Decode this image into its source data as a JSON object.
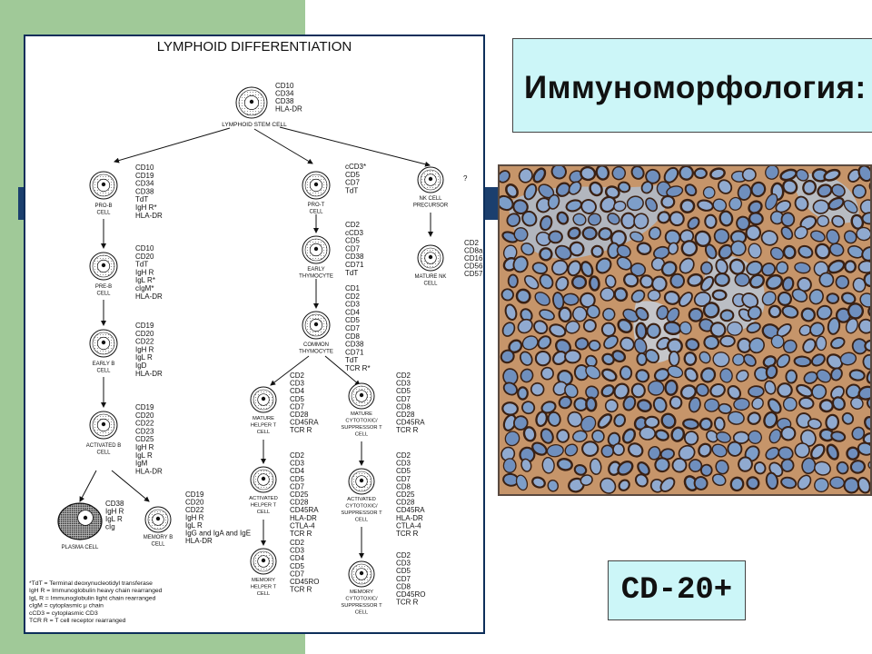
{
  "slide": {
    "title": "Иммуноморфология:",
    "marker_label": "CD-20+",
    "colors": {
      "green_strip": "#a0c998",
      "title_box": "#ccf6f8",
      "accent_bar": "#1b3f6e"
    }
  },
  "diagram": {
    "title": "LYMPHOID DIFFERENTIATION",
    "stem": {
      "label": "LYMPHOID STEM CELL",
      "markers": [
        "CD10",
        "CD34",
        "CD38",
        "HLA-DR"
      ]
    },
    "b_lineage": [
      {
        "label": [
          "PRO-B",
          "CELL"
        ],
        "markers": [
          "CD10",
          "CD19",
          "CD34",
          "CD38",
          "TdT",
          "IgH R*",
          "HLA-DR"
        ]
      },
      {
        "label": [
          "PRE-B",
          "CELL"
        ],
        "markers": [
          "CD10",
          "CD20",
          "TdT",
          "IgH R",
          "IgL R*",
          "cIgM*",
          "HLA-DR"
        ]
      },
      {
        "label": [
          "EARLY B",
          "CELL"
        ],
        "markers": [
          "CD19",
          "CD20",
          "CD22",
          "IgH R",
          "IgL R",
          "IgD",
          "HLA-DR"
        ]
      },
      {
        "label": [
          "ACTIVATED B",
          "CELL"
        ],
        "markers": [
          "CD19",
          "CD20",
          "CD22",
          "CD23",
          "CD25",
          "IgH R",
          "IgL R",
          "IgM",
          "HLA-DR"
        ]
      }
    ],
    "plasma": {
      "label": "PLASMA CELL",
      "markers": [
        "CD38",
        "IgH R",
        "IgL R",
        "cIg"
      ]
    },
    "memory_b": {
      "label": [
        "MEMORY B",
        "CELL"
      ],
      "markers": [
        "CD19",
        "CD20",
        "CD22",
        "IgH R",
        "IgL R",
        "IgG and IgA and IgE",
        "HLA-DR"
      ]
    },
    "t_lineage": [
      {
        "label": [
          "PRO-T",
          "CELL"
        ],
        "markers": [
          "cCD3*",
          "CD5",
          "CD7",
          "TdT"
        ]
      },
      {
        "label": [
          "EARLY",
          "THYMOCYTE"
        ],
        "markers": [
          "CD2",
          "cCD3",
          "CD5",
          "CD7",
          "CD38",
          "CD71",
          "TdT"
        ]
      },
      {
        "label": [
          "COMMON",
          "THYMOCYTE"
        ],
        "markers": [
          "CD1",
          "CD2",
          "CD3",
          "CD4",
          "CD5",
          "CD7",
          "CD8",
          "CD38",
          "CD71",
          "TdT",
          "TCR R*"
        ]
      }
    ],
    "helper": [
      {
        "label": [
          "MATURE",
          "HELPER T",
          "CELL"
        ],
        "markers": [
          "CD2",
          "CD3",
          "CD4",
          "CD5",
          "CD7",
          "CD28",
          "CD45RA",
          "TCR R"
        ]
      },
      {
        "label": [
          "ACTIVATED",
          "HELPER T",
          "CELL"
        ],
        "markers": [
          "CD2",
          "CD3",
          "CD4",
          "CD5",
          "CD7",
          "CD25",
          "CD28",
          "CD45RA",
          "HLA-DR",
          "CTLA-4",
          "TCR R"
        ]
      },
      {
        "label": [
          "MEMORY",
          "HELPER T",
          "CELL"
        ],
        "markers": [
          "CD2",
          "CD3",
          "CD4",
          "CD5",
          "CD7",
          "CD45RO",
          "TCR R"
        ]
      }
    ],
    "cytotoxic": [
      {
        "label": [
          "MATURE",
          "CYTOTOXIC/",
          "SUPPRESSOR T",
          "CELL"
        ],
        "markers": [
          "CD2",
          "CD3",
          "CD5",
          "CD7",
          "CD8",
          "CD28",
          "CD45RA",
          "TCR R"
        ]
      },
      {
        "label": [
          "ACTIVATED",
          "CYTOTOXIC/",
          "SUPPRESSOR T",
          "CELL"
        ],
        "markers": [
          "CD2",
          "CD3",
          "CD5",
          "CD7",
          "CD8",
          "CD25",
          "CD28",
          "CD45RA",
          "HLA-DR",
          "CTLA-4",
          "TCR R"
        ]
      },
      {
        "label": [
          "MEMORY",
          "CYTOTOXIC/",
          "SUPPRESSOR T",
          "CELL"
        ],
        "markers": [
          "CD2",
          "CD3",
          "CD5",
          "CD7",
          "CD8",
          "CD45RO",
          "TCR R"
        ]
      }
    ],
    "nk_precursor": {
      "label": [
        "NK CELL",
        "PRECURSOR"
      ],
      "markers": [
        "?"
      ]
    },
    "nk_mature": {
      "label": [
        "MATURE NK",
        "CELL"
      ],
      "markers": [
        "CD2",
        "CD8a",
        "CD16",
        "CD56",
        "CD57"
      ]
    },
    "footnotes": [
      "*TdT = Terminal deoxynucleotidyl transferase",
      "IgH R = Immunoglobulin heavy chain rearranged",
      "IgL R = Immunoglobulin light chain rearranged",
      "cIgM = cytoplasmic μ chain",
      "cCD3 = cytoplasmic CD3",
      "TCR R = T cell receptor rearranged"
    ]
  }
}
